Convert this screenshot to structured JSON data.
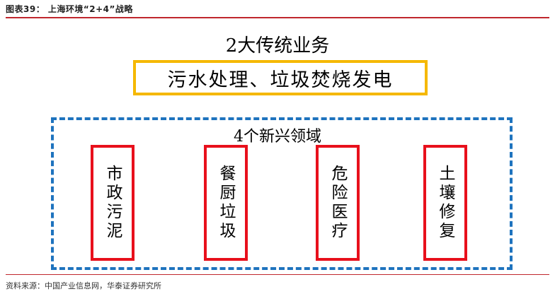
{
  "figure": {
    "title": "图表39：  上海环境“2+4”战略",
    "source": "资料来源：中国产业信息网，华泰证券研究所"
  },
  "traditional": {
    "heading": "2大传统业务",
    "business": "污水处理、垃圾焚烧发电"
  },
  "emerging": {
    "heading": "4个新兴领域",
    "fields": [
      {
        "label": "市政污泥"
      },
      {
        "label": "餐厨垃圾"
      },
      {
        "label": "危险医疗"
      },
      {
        "label": "土壤修复"
      }
    ]
  },
  "colors": {
    "traditional_border": "#f5b800",
    "emerging_border": "#1e73be",
    "field_border": "#e8101c",
    "rule": "#c0272d"
  }
}
